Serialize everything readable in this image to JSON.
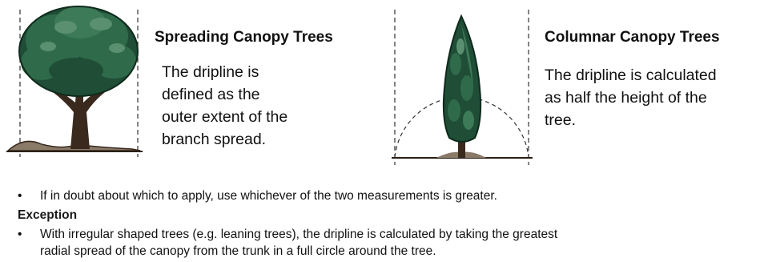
{
  "spreading": {
    "heading": "Spreading Canopy Trees",
    "desc_lines": [
      "The dripline is",
      "defined as the",
      "outer extent of the",
      "branch spread."
    ]
  },
  "columnar": {
    "heading": "Columnar Canopy Trees",
    "desc_lines": [
      "The dripline is calculated",
      "as half the height of the",
      "tree."
    ]
  },
  "bullet1": {
    "marker": "•",
    "text": "If in doubt about which to apply, use whichever of the two measurements is greater."
  },
  "exception": {
    "label": "Exception"
  },
  "bullet2": {
    "marker": "•",
    "lines": [
      "With irregular shaped trees (e.g. leaning trees), the dripline is calculated by taking the greatest",
      "radial spread of the canopy from the trunk in a full circle around the tree."
    ]
  },
  "colors": {
    "canopy_dark": "#1f4d36",
    "canopy_mid": "#2f6b4a",
    "canopy_light": "#5a8f70",
    "trunk": "#3a2a1e",
    "ground": "#8a7a68"
  }
}
